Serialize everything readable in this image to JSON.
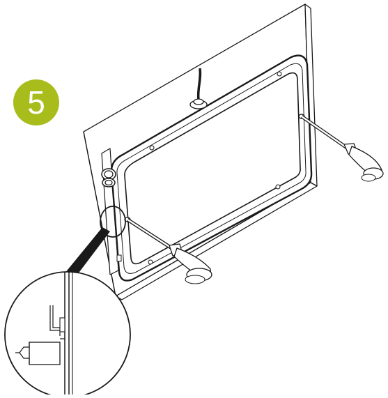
{
  "step": {
    "number": "5",
    "badge_color": "#a8bd1b"
  },
  "illustration": {
    "subject": "panel-mounting-with-screwdrivers",
    "line_color": "#1a1a1a",
    "fill_color": "#ffffff",
    "callout_icon": "mounting-clamp-detail"
  }
}
